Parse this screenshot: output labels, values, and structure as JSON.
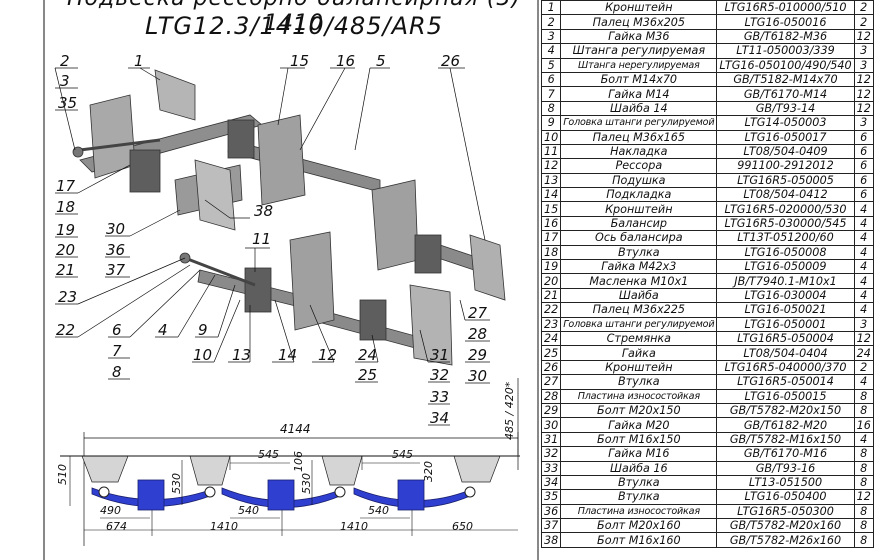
{
  "title": {
    "line1": "Подвеска рессорно-балансирная (3) 1410",
    "line2": "LTG12.3/1410/485/AR5"
  },
  "callouts": {
    "c1": "1",
    "c2": "2",
    "c3": "3",
    "c35": "35",
    "c15": "15",
    "c16": "16",
    "c5": "5",
    "c26": "26",
    "c17": "17",
    "c18": "18",
    "c19": "19",
    "c20": "20",
    "c21": "21",
    "c30": "30",
    "c36": "36",
    "c37": "37",
    "c38": "38",
    "c11": "11",
    "c23": "23",
    "c22": "22",
    "c6": "6",
    "c7": "7",
    "c8": "8",
    "c4": "4",
    "c9": "9",
    "c10": "10",
    "c13": "13",
    "c14": "14",
    "c12": "12",
    "c24": "24",
    "c25": "25",
    "c27": "27",
    "c28": "28",
    "c29": "29",
    "c30b": "30",
    "c31": "31",
    "c32": "32",
    "c33": "33",
    "c34": "34"
  },
  "dimensions": {
    "overall": "4144",
    "height": "485 / 420*",
    "d510": "510",
    "d530a": "530",
    "d545a": "545",
    "d106": "106",
    "d530b": "530",
    "d545b": "545",
    "d320": "320",
    "d490": "490",
    "d540a": "540",
    "d540b": "540",
    "d674": "674",
    "d1410a": "1410",
    "d1410b": "1410",
    "d650": "650"
  },
  "spec_rows": [
    {
      "num": "1",
      "name": "Кронштейн",
      "code": "LTG16R5-010000/510",
      "qty": "2"
    },
    {
      "num": "2",
      "name": "Палец М36х205",
      "code": "LTG16-050016",
      "qty": "2"
    },
    {
      "num": "3",
      "name": "Гайка М36",
      "code": "GB/T6182-M36",
      "qty": "12"
    },
    {
      "num": "4",
      "name": "Штанга регулируемая",
      "code": "LT11-050003/339",
      "qty": "3"
    },
    {
      "num": "5",
      "name": "Штанга нерегулируемая",
      "code": "LTG16-050100/490/540",
      "qty": "3"
    },
    {
      "num": "6",
      "name": "Болт М14х70",
      "code": "GB/T5182-M14x70",
      "qty": "12"
    },
    {
      "num": "7",
      "name": "Гайка М14",
      "code": "GB/T6170-M14",
      "qty": "12"
    },
    {
      "num": "8",
      "name": "Шайба 14",
      "code": "GB/T93-14",
      "qty": "12"
    },
    {
      "num": "9",
      "name": "Головка штанги регулируемой",
      "code": "LTG14-050003",
      "qty": "3"
    },
    {
      "num": "10",
      "name": "Палец М36х165",
      "code": "LTG16-050017",
      "qty": "6"
    },
    {
      "num": "11",
      "name": "Накладка",
      "code": "LT08/504-0409",
      "qty": "6"
    },
    {
      "num": "12",
      "name": "Рессора",
      "code": "991100-2912012",
      "qty": "6"
    },
    {
      "num": "13",
      "name": "Подушка",
      "code": "LTG16R5-050005",
      "qty": "6"
    },
    {
      "num": "14",
      "name": "Подкладка",
      "code": "LT08/504-0412",
      "qty": "6"
    },
    {
      "num": "15",
      "name": "Кронштейн",
      "code": "LTG16R5-020000/530",
      "qty": "4"
    },
    {
      "num": "16",
      "name": "Балансир",
      "code": "LTG16R5-030000/545",
      "qty": "4"
    },
    {
      "num": "17",
      "name": "Ось балансира",
      "code": "LT13T-051200/60",
      "qty": "4"
    },
    {
      "num": "18",
      "name": "Втулка",
      "code": "LTG16-050008",
      "qty": "4"
    },
    {
      "num": "19",
      "name": "Гайка М42х3",
      "code": "LTG16-050009",
      "qty": "4"
    },
    {
      "num": "20",
      "name": "Масленка М10х1",
      "code": "JB/T7940.1-M10x1",
      "qty": "4"
    },
    {
      "num": "21",
      "name": "Шайба",
      "code": "LTG16-030004",
      "qty": "4"
    },
    {
      "num": "22",
      "name": "Палец М36х225",
      "code": "LTG16-050021",
      "qty": "4"
    },
    {
      "num": "23",
      "name": "Головка штанги регулируемой",
      "code": "LTG16-050001",
      "qty": "3"
    },
    {
      "num": "24",
      "name": "Стремянка",
      "code": "LTG16R5-050004",
      "qty": "12"
    },
    {
      "num": "25",
      "name": "Гайка",
      "code": "LT08/504-0404",
      "qty": "24"
    },
    {
      "num": "26",
      "name": "Кронштейн",
      "code": "LTG16R5-040000/370",
      "qty": "2"
    },
    {
      "num": "27",
      "name": "Втулка",
      "code": "LTG16R5-050014",
      "qty": "4"
    },
    {
      "num": "28",
      "name": "Пластина износостойкая",
      "code": "LTG16-050015",
      "qty": "8"
    },
    {
      "num": "29",
      "name": "Болт М20х150",
      "code": "GB/T5782-M20x150",
      "qty": "8"
    },
    {
      "num": "30",
      "name": "Гайка М20",
      "code": "GB/T6182-M20",
      "qty": "16"
    },
    {
      "num": "31",
      "name": "Болт М16х150",
      "code": "GB/T5782-M16x150",
      "qty": "4"
    },
    {
      "num": "32",
      "name": "Гайка М16",
      "code": "GB/T6170-M16",
      "qty": "8"
    },
    {
      "num": "33",
      "name": "Шайба 16",
      "code": "GB/T93-16",
      "qty": "8"
    },
    {
      "num": "34",
      "name": "Втулка",
      "code": "LT13-051500",
      "qty": "8"
    },
    {
      "num": "35",
      "name": "Втулка",
      "code": "LTG16-050400",
      "qty": "12"
    },
    {
      "num": "36",
      "name": "Пластина износостойкая",
      "code": "LTG16R5-050300",
      "qty": "8"
    },
    {
      "num": "37",
      "name": "Болт М20х160",
      "code": "GB/T5782-M20x160",
      "qty": "8"
    },
    {
      "num": "38",
      "name": "Болт М16х160",
      "code": "GB/T5782-M26x160",
      "qty": "8"
    }
  ],
  "colors": {
    "part_gray": "#a9a9a9",
    "part_dark": "#6b6b6b",
    "part_light": "#cfcfcf",
    "side_blue": "#2f3fd0",
    "line": "#111111"
  }
}
